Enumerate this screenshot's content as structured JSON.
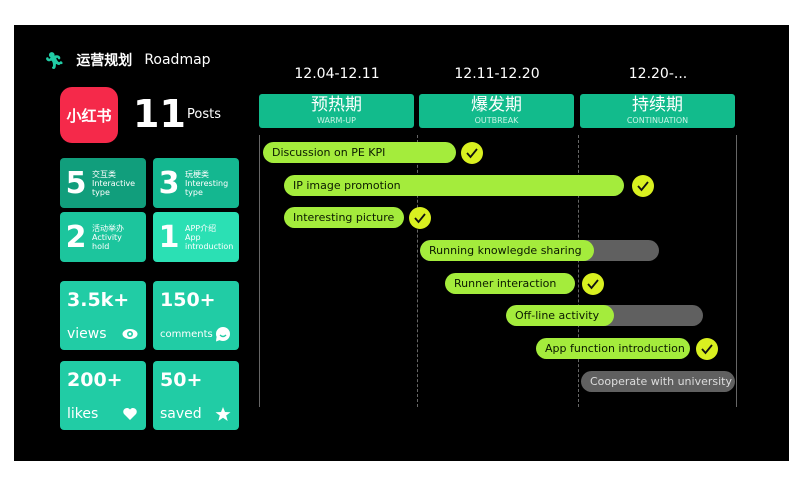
{
  "header": {
    "title_cn": "运营规划",
    "title_en": "Roadmap"
  },
  "brand": {
    "logo_text": "小红书",
    "posts_count": "11",
    "posts_label": "Posts"
  },
  "types": [
    {
      "num": "5",
      "cn": "交互类",
      "en1": "Interactive",
      "en2": "type",
      "color": "#119e7c"
    },
    {
      "num": "3",
      "cn": "玩梗类",
      "en1": "Interesting",
      "en2": "type",
      "color": "#14b790"
    },
    {
      "num": "2",
      "cn": "活动举办",
      "en1": "Activity",
      "en2": "hold",
      "color": "#1cc59d"
    },
    {
      "num": "1",
      "cn": "APP介绍",
      "en1": "App",
      "en2": "introduction",
      "color": "#2be0b4"
    }
  ],
  "stats": [
    {
      "value": "3.5k+",
      "label": "views",
      "icon": "eye-icon"
    },
    {
      "value": "150+",
      "label": "comments",
      "icon": "comment-icon"
    },
    {
      "value": "200+",
      "label": "likes",
      "icon": "heart-icon"
    },
    {
      "value": "50+",
      "label": "saved",
      "icon": "star-icon"
    }
  ],
  "phases": [
    {
      "date": "12.04-12.11",
      "cn": "预热期",
      "en": "WARM-UP"
    },
    {
      "date": "12.11-12.20",
      "cn": "爆发期",
      "en": "OUTBREAK"
    },
    {
      "date": "12.20-...",
      "cn": "持续期",
      "en": "CONTINUATION"
    }
  ],
  "tasks": [
    {
      "label": "Discussion on PE KPI",
      "done": true,
      "progress": 1
    },
    {
      "label": "IP image promotion",
      "done": true,
      "progress": 1
    },
    {
      "label": "Interesting picture",
      "done": true,
      "progress": 1
    },
    {
      "label": "Running knowlegde sharing",
      "done": false,
      "progress": 0.73
    },
    {
      "label": "Runner interaction",
      "done": true,
      "progress": 1
    },
    {
      "label": "Off-line activity",
      "done": false,
      "progress": 0.55
    },
    {
      "label": "App function introduction",
      "done": true,
      "progress": 1
    },
    {
      "label": "Cooperate with university",
      "done": false,
      "progress": 0
    }
  ],
  "colors": {
    "accent": "#a4ec3c",
    "teal": "#12bb8c",
    "check": "#d9f020",
    "pending": "#606060"
  }
}
